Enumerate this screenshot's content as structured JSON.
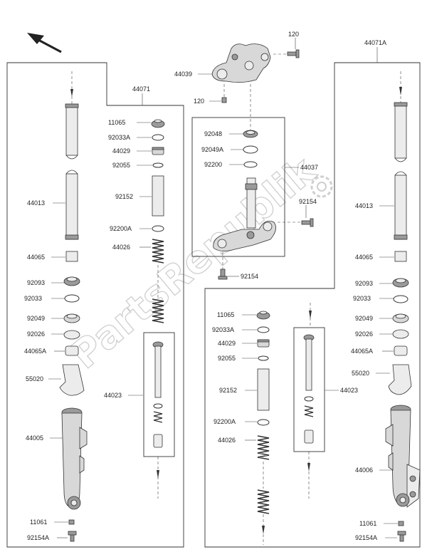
{
  "watermark": {
    "text": "PartsRepublik"
  },
  "labels": {
    "bolt_top": "120",
    "bolt_left": "120",
    "top_bracket": "44039",
    "left_fork_assy": "44071",
    "right_fork_assy": "44071A",
    "stem_assy": "44037",
    "stem_bolt_right": "92154",
    "stem_bolt_bottom": "92154",
    "stem_92048": "92048",
    "stem_92049A": "92049A",
    "stem_92200": "92200",
    "l_11065": "11065",
    "l_92033A": "92033A",
    "l_44029": "44029",
    "l_92055": "92055",
    "l_92152": "92152",
    "l_92200A": "92200A",
    "l_44026": "44026",
    "l_44023": "44023",
    "l_44013": "44013",
    "l_44065": "44065",
    "l_92093": "92093",
    "l_92033": "92033",
    "l_92049": "92049",
    "l_92026": "92026",
    "l_44065A": "44065A",
    "l_55020": "55020",
    "l_44005": "44005",
    "l_11061": "11061",
    "l_92154A": "92154A",
    "r_11065": "11065",
    "r_92033A": "92033A",
    "r_44029": "44029",
    "r_92055": "92055",
    "r_92152": "92152",
    "r_92200A": "92200A",
    "r_44026": "44026",
    "r_44023": "44023",
    "r_44013": "44013",
    "r_44065": "44065",
    "r_92093": "92093",
    "r_92033": "92033",
    "r_92049": "92049",
    "r_92026": "92026",
    "r_44065A": "44065A",
    "r_55020": "55020",
    "r_44006": "44006",
    "r_11061": "11061",
    "r_92154A": "92154A"
  }
}
